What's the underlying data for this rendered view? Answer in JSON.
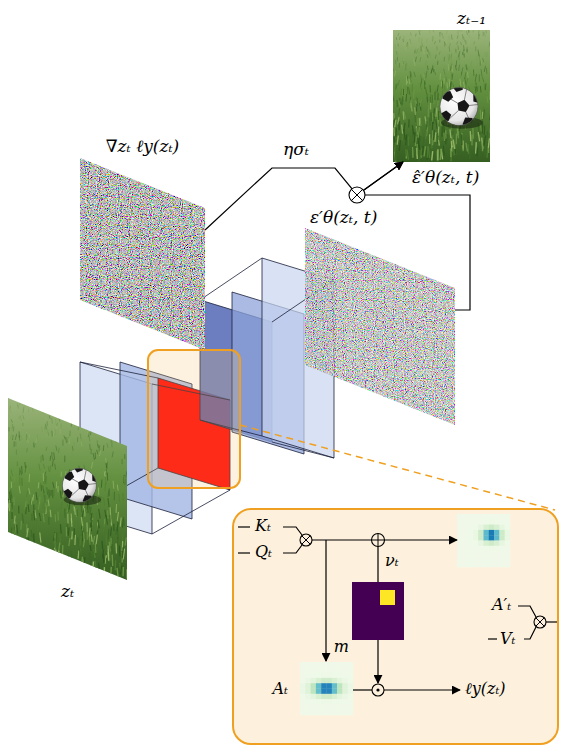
{
  "diagram": {
    "nodes": [
      {
        "text": [
          "zₜ₋₁"
        ]
      },
      {
        "text": [
          "∇zₜ ℓy(zₜ)"
        ]
      },
      {
        "text": [
          "ε′θ(zₜ, t)"
        ]
      },
      {
        "text": [
          "zₜ"
        ]
      },
      {
        "text": [
          "A′ₜ"
        ]
      },
      {
        "text": [
          "m"
        ]
      },
      {
        "text": [
          "Aₜ"
        ]
      }
    ],
    "edges": [
      {
        "from": 1,
        "to": 0,
        "arrow": "to",
        "label": "ησₜ"
      },
      {
        "from": 2,
        "to": 0,
        "arrow": "to"
      },
      {
        "from": 5,
        "to": 4,
        "arrow": "to",
        "label": "νₜ"
      }
    ],
    "labels": [
      "ε̂′θ(zₜ, t)",
      "Kₜ",
      "Qₜ",
      "Vₜ",
      "ℓy(zₜ)"
    ]
  }
}
